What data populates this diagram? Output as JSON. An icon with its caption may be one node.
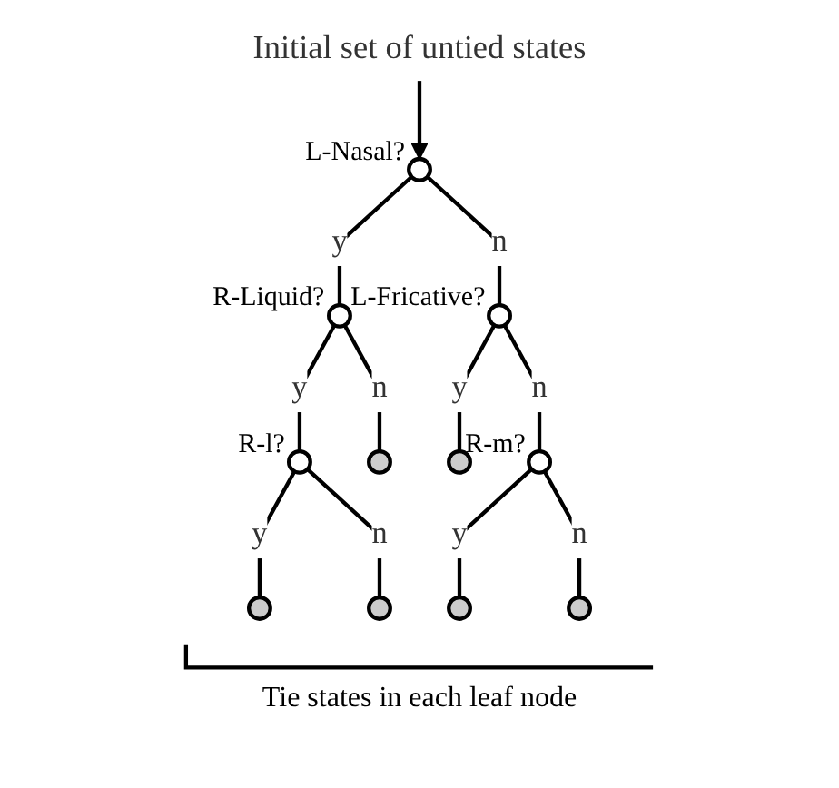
{
  "diagram": {
    "caption": "Tie states in each leaf node",
    "nodes": [
      {
        "text": [
          "Initial set of untied states"
        ]
      },
      {
        "text": [],
        "shape": "circle",
        "beside": [
          "L-Nasal?"
        ]
      },
      {
        "text": [],
        "shape": "circle",
        "beside": [
          "R-Liquid?"
        ]
      },
      {
        "text": [],
        "shape": "circle",
        "beside": [
          "L-Fricative?"
        ]
      },
      {
        "text": [],
        "shape": "circle",
        "beside": [
          "R-l?"
        ]
      },
      {
        "text": [],
        "shape": "circle"
      },
      {
        "text": [],
        "shape": "circle"
      },
      {
        "text": [],
        "shape": "circle",
        "beside": [
          "R-m?"
        ]
      },
      {
        "text": [],
        "shape": "circle"
      },
      {
        "text": [],
        "shape": "circle"
      },
      {
        "text": [],
        "shape": "circle"
      },
      {
        "text": [],
        "shape": "circle"
      }
    ],
    "edges": [
      {
        "from": 0,
        "to": 1,
        "arrow": "to"
      },
      {
        "from": 1,
        "to": 2,
        "arrow": "none",
        "label": "y"
      },
      {
        "from": 1,
        "to": 3,
        "arrow": "none",
        "label": "n"
      },
      {
        "from": 2,
        "to": 4,
        "arrow": "none",
        "label": "y"
      },
      {
        "from": 2,
        "to": 5,
        "arrow": "none",
        "label": "n"
      },
      {
        "from": 3,
        "to": 6,
        "arrow": "none",
        "label": "y"
      },
      {
        "from": 3,
        "to": 7,
        "arrow": "none",
        "label": "n"
      },
      {
        "from": 4,
        "to": 8,
        "arrow": "none",
        "label": "y"
      },
      {
        "from": 4,
        "to": 9,
        "arrow": "none",
        "label": "n"
      },
      {
        "from": 7,
        "to": 10,
        "arrow": "none",
        "label": "y"
      },
      {
        "from": 7,
        "to": 11,
        "arrow": "none",
        "label": "n"
      }
    ]
  }
}
